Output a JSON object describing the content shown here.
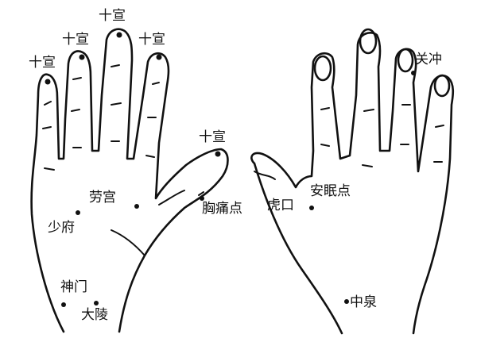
{
  "diagram": {
    "ink_color": "#111111",
    "background": "#ffffff",
    "labels": {
      "shixuan_index": "十宣",
      "shixuan_middle": "十宣",
      "shixuan_ring": "十宣",
      "shixuan_little": "十宣",
      "shixuan_thumb": "十宣",
      "laogong": "劳宫",
      "shaofu": "少府",
      "shenmen": "神门",
      "daling": "大陵",
      "xiongtongdian": "胸痛点",
      "hukou": "虎口",
      "anmiandian": "安眠点",
      "guanchong": "关冲",
      "zhongquan": "中泉"
    }
  }
}
